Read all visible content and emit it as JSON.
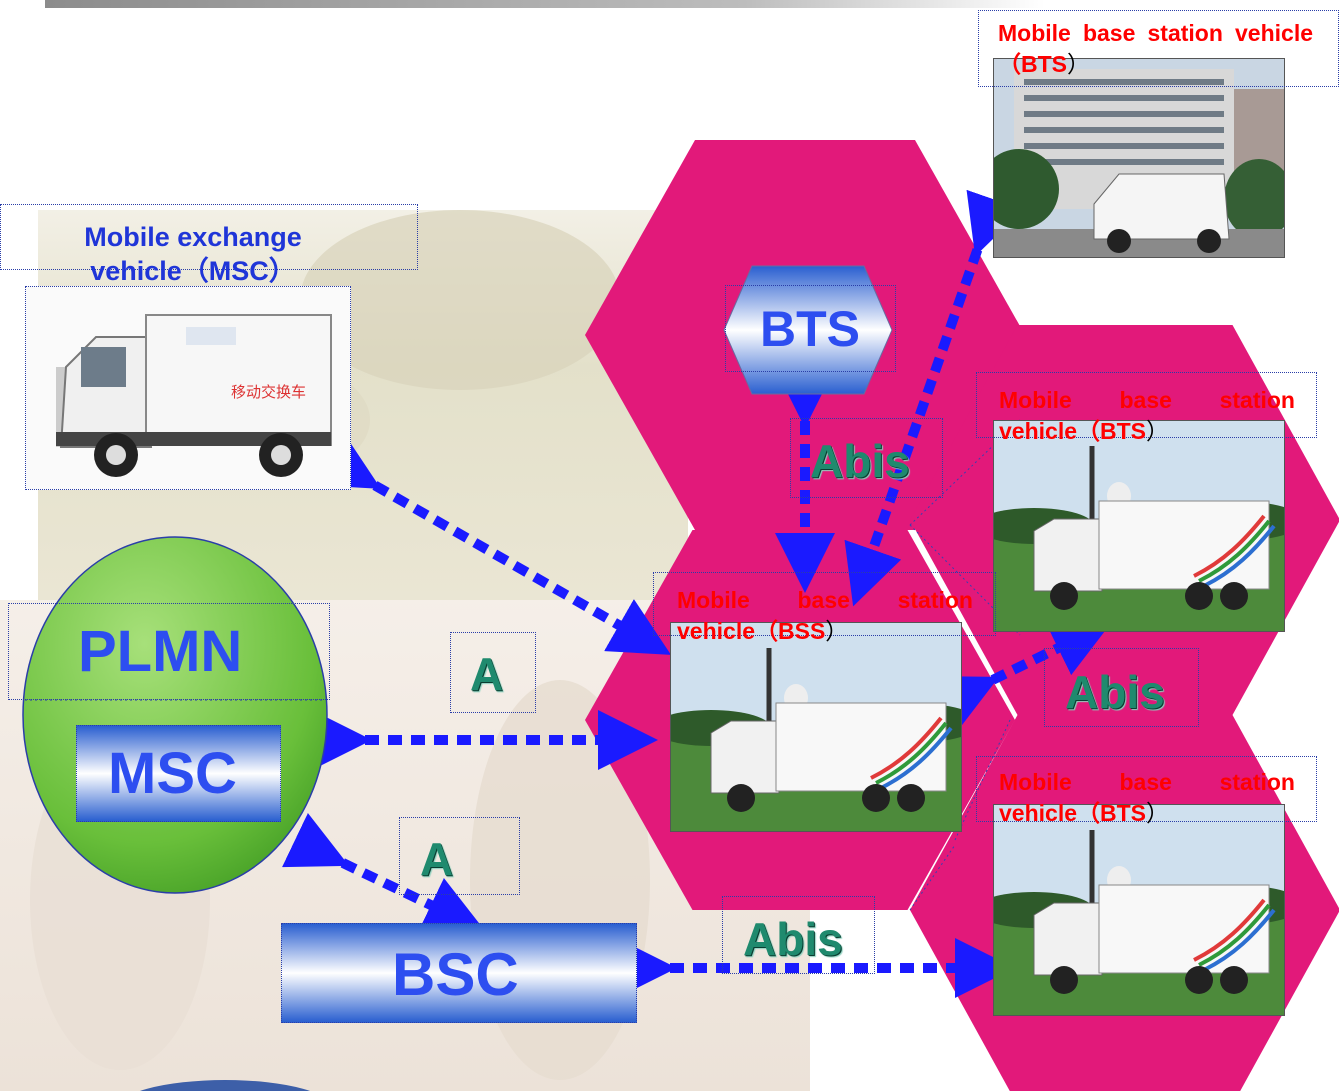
{
  "colors": {
    "cell_fill": "#e2197a",
    "arrow": "#1a1aff",
    "plmn_green": "#6ac03a",
    "node_text": "#2d4ef0",
    "iface_text": "#1f8a6e",
    "caption_red": "#ff0000"
  },
  "nodes": {
    "plmn": "PLMN",
    "msc": "MSC",
    "bsc": "BSC",
    "bts": "BTS"
  },
  "interfaces": {
    "a_upper": "A",
    "a_lower": "A",
    "abis_center": "Abis",
    "abis_right": "Abis",
    "abis_bottom": "Abis"
  },
  "captions": {
    "msc_vehicle": "Mobile exchange vehicle（MSC）",
    "bts_top": {
      "text": "Mobile base station vehicle（BTS",
      "close": "）"
    },
    "bts_right_mid": {
      "text": "Mobile base station vehicle（BTS",
      "close": "）"
    },
    "bts_right_bottom": {
      "text": "Mobile base station vehicle（BTS",
      "close": "）"
    },
    "bss_center": {
      "text": "Mobile base station vehicle（BSS",
      "close": "）"
    }
  },
  "icons": [
    "msc-truck-photo",
    "bts-van-photo",
    "bss-truck-photo",
    "bts-truck-photo"
  ]
}
